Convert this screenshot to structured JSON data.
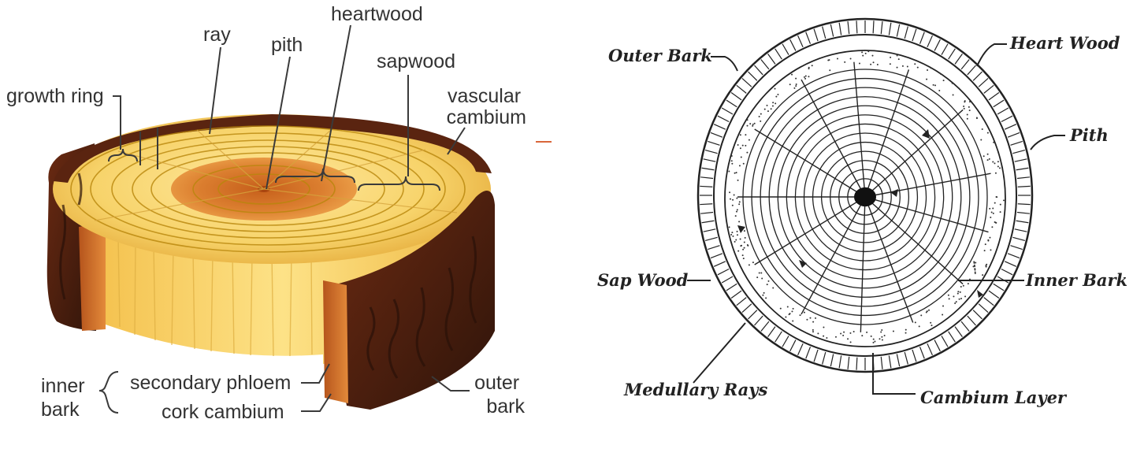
{
  "left_diagram": {
    "labels": {
      "heartwood": "heartwood",
      "ray": "ray",
      "pith": "pith",
      "sapwood": "sapwood",
      "growth_ring": "growth ring",
      "vascular_cambium": "vascular cambium",
      "inner_bark": "inner bark",
      "secondary_phloem": "secondary phloem",
      "cork_cambium": "cork cambium",
      "outer_bark": "outer bark"
    }
  },
  "right_diagram": {
    "labels": {
      "outer_bark": "Outer Bark",
      "heart_wood": "Heart Wood",
      "pith": "Pith",
      "sap_wood": "Sap Wood",
      "inner_bark": "Inner Bark",
      "medullary_rays": "Medullary Rays",
      "cambium_layer": "Cambium Layer"
    }
  },
  "colors": {
    "sapwood": "#f6cf63",
    "heartwood": "#d9782a",
    "bark": "#5a2410",
    "accent_line": "#d9663a"
  }
}
